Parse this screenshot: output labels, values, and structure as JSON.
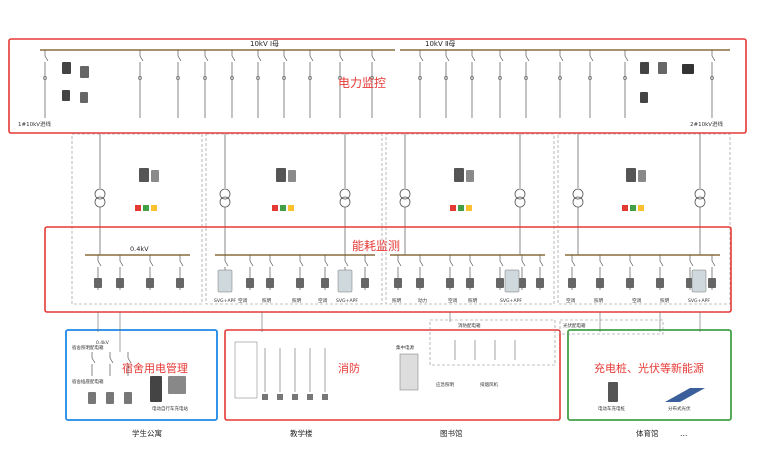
{
  "diagram": {
    "buses": {
      "bus1": "10kV Ⅰ母",
      "bus2": "10kV Ⅱ母",
      "low_voltage": "0.4kV",
      "incoming1": "1#10kV进线",
      "incoming2": "2#10kV进线",
      "dorm_in": "0.4kV"
    },
    "zones": {
      "power": "电力监控",
      "energy": "能耗监测",
      "dorm": "宿舍用电管理",
      "fire": "消防",
      "newenergy": "充电桩、光伏等新能源"
    },
    "sublabels": {
      "fire_dist": "消防配电箱",
      "pv_dist": "光伏配电箱",
      "emergency_light": "应急照明",
      "smoke_fan": "排烟风机",
      "central_power": "集中电源",
      "ev_charger": "电动车充电桩",
      "dist_pv": "分布式光伏",
      "ev_bike": "电动自行车充电站",
      "dorm_lighting": "宿舍照明配电箱",
      "dorm_socket": "宿舍插座配电箱",
      "hvac": "空调",
      "lighting": "照明",
      "power_load": "动力",
      "svg": "SVG+APF"
    },
    "buildings": [
      "学生公寓",
      "教学楼",
      "图书馆",
      "体育馆",
      "…"
    ],
    "colors": {
      "red": "#e53935",
      "blue": "#1e88e5",
      "green": "#43a047",
      "line": "#555555",
      "bus": "#8a6d3b"
    }
  }
}
